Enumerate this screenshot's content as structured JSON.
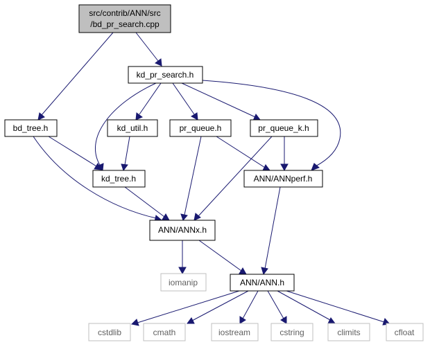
{
  "root": {
    "line1": "src/contrib/ANN/src",
    "line2": "/bd_pr_search.cpp"
  },
  "headers": {
    "kd_pr_search": "kd_pr_search.h",
    "bd_tree": "bd_tree.h",
    "kd_util": "kd_util.h",
    "pr_queue": "pr_queue.h",
    "pr_queue_k": "pr_queue_k.h",
    "kd_tree": "kd_tree.h",
    "annperf": "ANN/ANNperf.h",
    "annx": "ANN/ANNx.h",
    "ann": "ANN/ANN.h"
  },
  "system_headers": {
    "iomanip": "iomanip",
    "cstdlib": "cstdlib",
    "cmath": "cmath",
    "iostream": "iostream",
    "cstring": "cstring",
    "climits": "climits",
    "cfloat": "cfloat"
  },
  "colors": {
    "edge": "#191970",
    "root_fill": "#bfbfbf",
    "node_border": "#000000",
    "system_border": "#bfbfbf",
    "system_text": "#5f5f5f"
  }
}
